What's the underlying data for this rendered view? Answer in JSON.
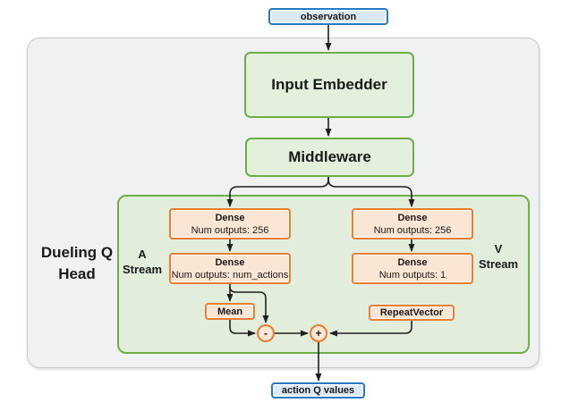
{
  "diagram": {
    "observation_label": "observation",
    "output_label": "action Q values",
    "input_embedder_label": "Input Embedder",
    "middleware_label": "Middleware",
    "head_title_line1": "Dueling Q",
    "head_title_line2": "Head",
    "a_stream": {
      "label_line1": "A",
      "label_line2": "Stream",
      "dense1": {
        "title": "Dense",
        "subtitle": "Num outputs: 256"
      },
      "dense2": {
        "title": "Dense",
        "subtitle": "Num outputs: num_actions"
      },
      "aggregator_label": "Mean"
    },
    "v_stream": {
      "label_line1": "V",
      "label_line2": "Stream",
      "dense1": {
        "title": "Dense",
        "subtitle": "Num outputs: 256"
      },
      "dense2": {
        "title": "Dense",
        "subtitle": "Num outputs: 1"
      },
      "repeat_label": "RepeatVector"
    },
    "operators": {
      "minus": "-",
      "plus": "+"
    },
    "colors": {
      "green_fill": "#e3f0db",
      "green_border": "#6fad49",
      "orange_fill": "#fbe5d5",
      "orange_border": "#e87d31",
      "blue_fill": "#dbe9f7",
      "blue_border": "#2779c4",
      "container_fill": "#f0f1f2",
      "container_border": "#c5c8cb",
      "wire": "#1f1f1f"
    }
  }
}
